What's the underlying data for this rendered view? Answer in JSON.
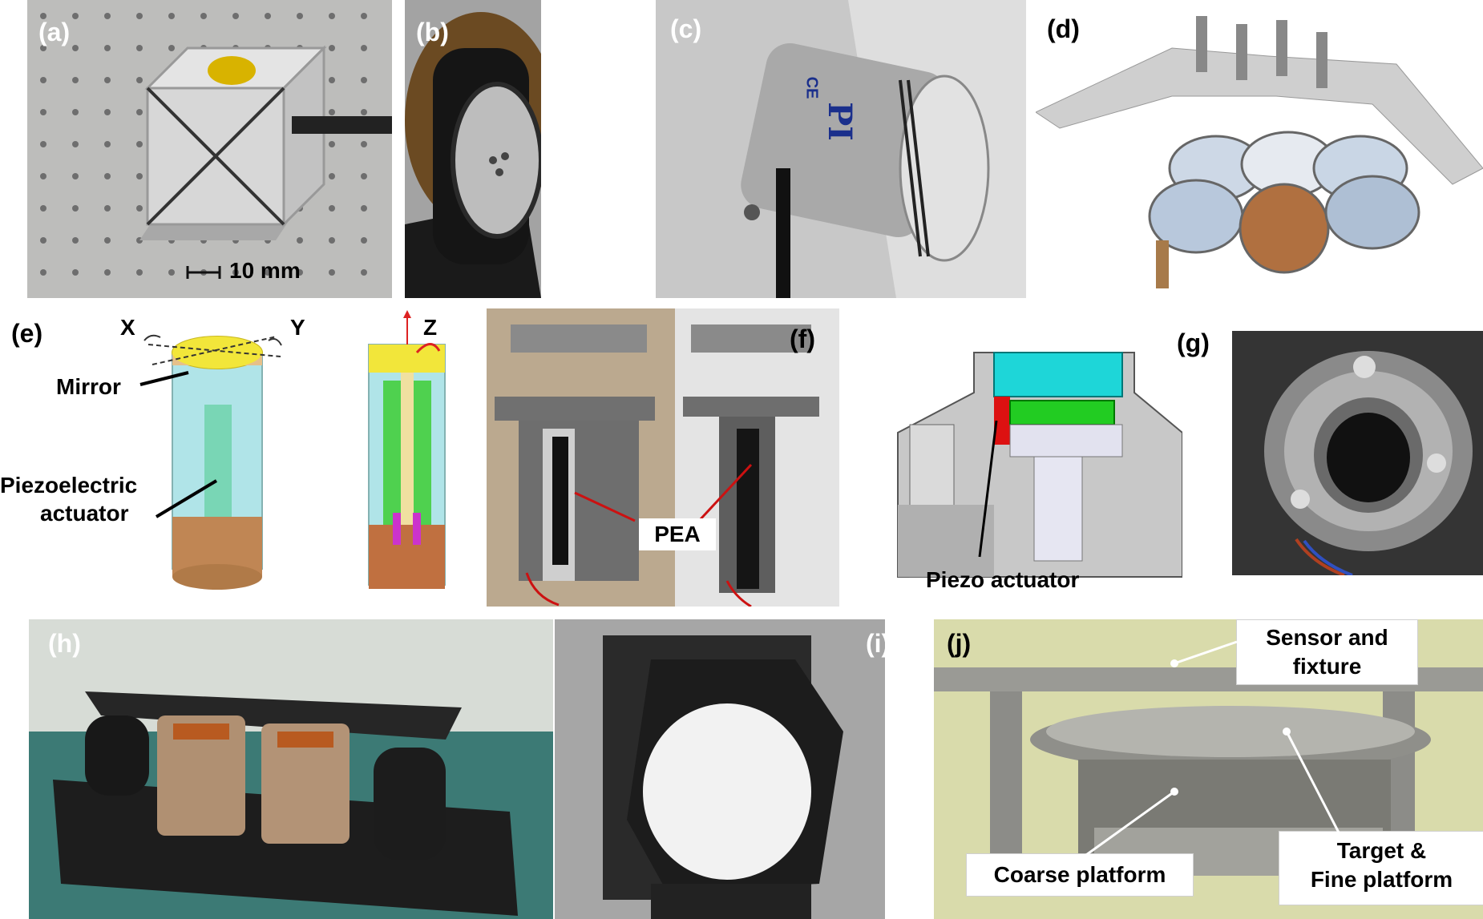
{
  "panels": {
    "a": {
      "label": "(a)",
      "scale": "10 mm"
    },
    "b": {
      "label": "(b)"
    },
    "c": {
      "label": "(c)",
      "brand": "PI",
      "mark": "CE"
    },
    "d": {
      "label": "(d)"
    },
    "e": {
      "label": "(e)",
      "axis_x": "X",
      "axis_y": "Y",
      "axis_z": "Z",
      "mirror": "Mirror",
      "piezo_line1": "Piezoelectric",
      "piezo_line2": "actuator"
    },
    "f": {
      "label": "(f)",
      "pea": "PEA"
    },
    "g": {
      "label": "(g)",
      "piezo": "Piezo actuator"
    },
    "h": {
      "label": "(h)"
    },
    "i": {
      "label": "(i)"
    },
    "j": {
      "label": "(j)",
      "sensor_line1": "Sensor and",
      "sensor_line2": "fixture",
      "coarse": "Coarse platform",
      "target_line1": "Target &",
      "target_line2": "Fine platform"
    }
  },
  "colors": {
    "mirror_yellow": "#f2e63a",
    "actuator_cyan": "#9fe0e6",
    "copper": "#c48a58",
    "cad_grey": "#c8c8c8",
    "cad_green": "#22cc22",
    "cad_cyan": "#1ed6d8",
    "cad_red": "#dd1111"
  }
}
